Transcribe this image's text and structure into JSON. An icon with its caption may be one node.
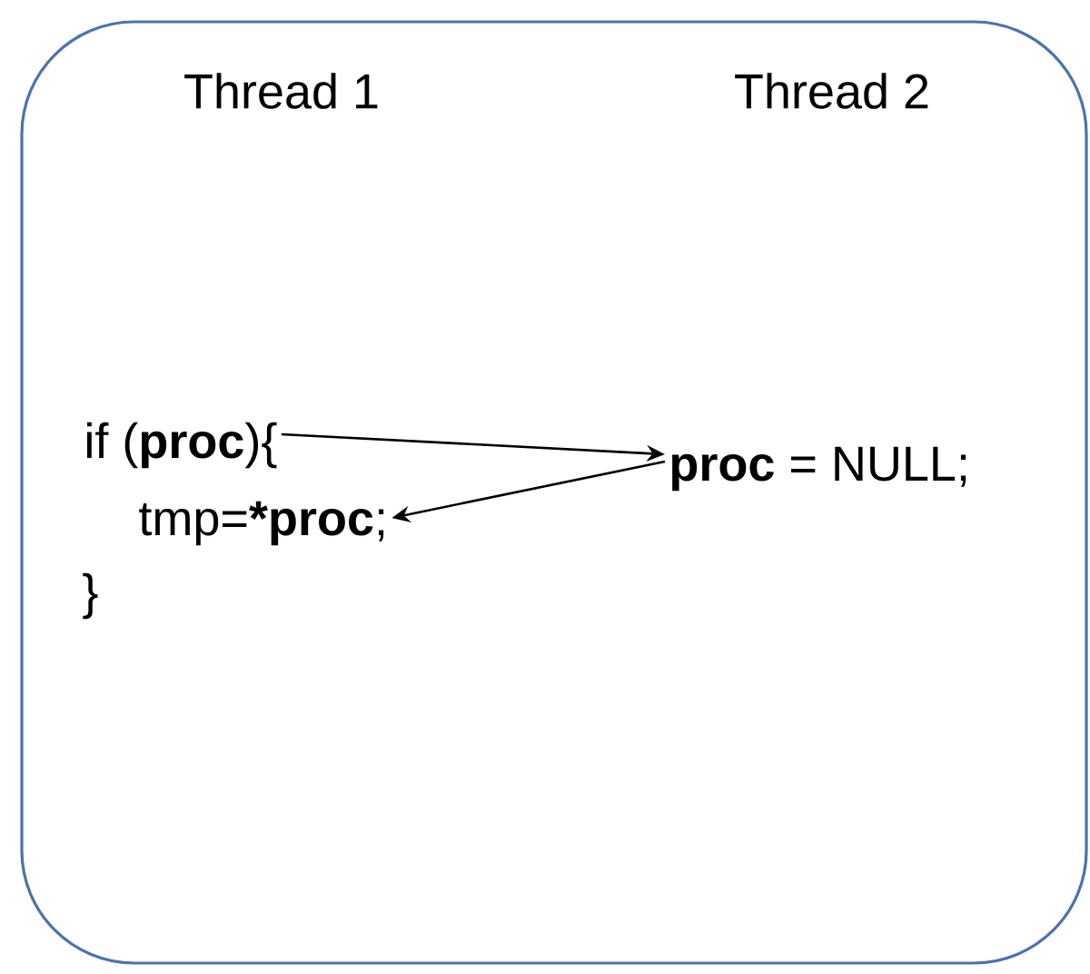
{
  "diagram": {
    "nodes": [
      {
        "text": [
          "Thread 1",
          "Thread 2"
        ]
      },
      {
        "text": [
          "if (**proc**){"
        ],
        "in": 0
      },
      {
        "text": [
          "tmp=***proc**;"
        ],
        "in": 0
      },
      {
        "text": [
          "**proc** = NULL;"
        ],
        "in": 0
      }
    ],
    "edges": [
      {
        "from": 1,
        "to": 3,
        "arrow": "to"
      },
      {
        "from": 3,
        "to": 2,
        "arrow": "to"
      }
    ],
    "labels": [
      "}"
    ]
  }
}
